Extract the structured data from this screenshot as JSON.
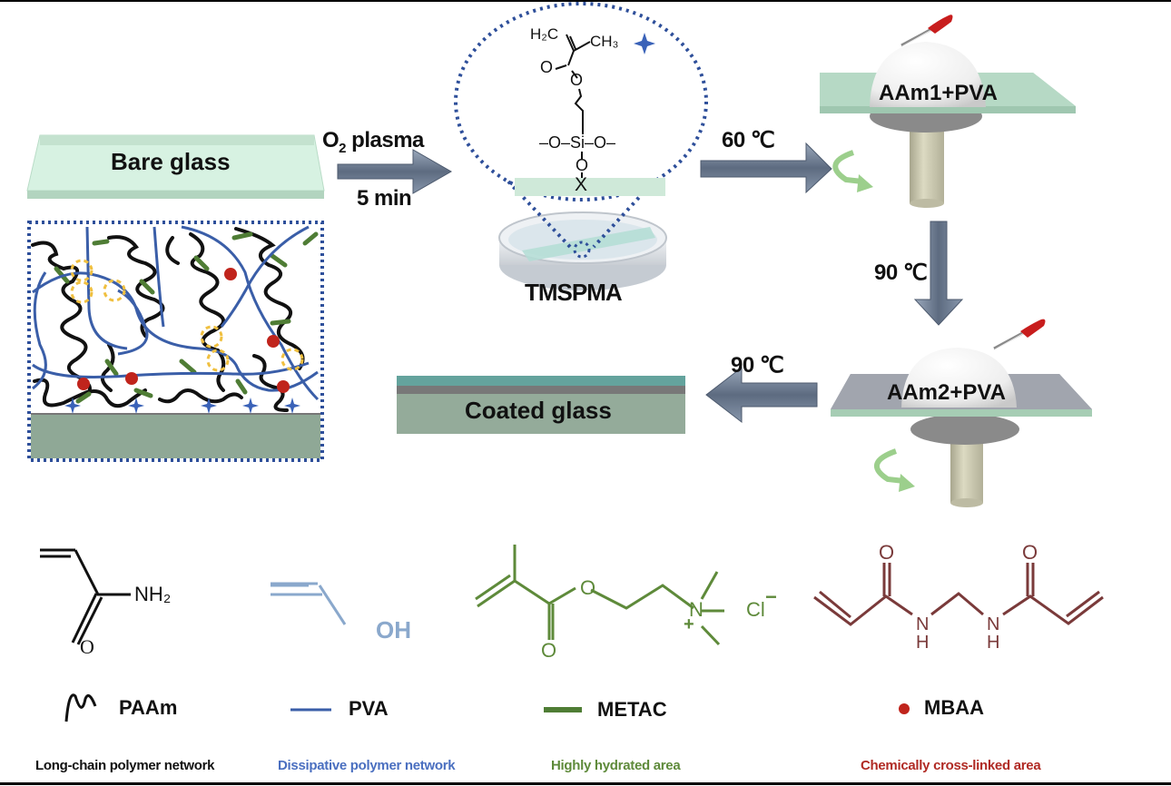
{
  "figure": {
    "type": "process-schematic",
    "steps": {
      "bare_glass": "Bare glass",
      "o2_plasma_top": "O",
      "o2_plasma_sub": "2",
      "o2_plasma_rest": " plasma",
      "o2_plasma_time": "5 min",
      "tmspma": "TMSPMA",
      "step_60c": "60 ℃",
      "aam1_pva": "AAm1+PVA",
      "step_90c_down": "90 ℃",
      "aam2_pva": "AAm2+PVA",
      "step_90c_left": "90 ℃",
      "coated_glass": "Coated glass"
    },
    "tmspma_structure": {
      "h2c": "H₂C",
      "ch3": "CH₃",
      "o_carbonyl": "O",
      "o_ester": "O",
      "si_row": "–O–Si–O–",
      "o_link": "O",
      "x": "X"
    },
    "legend": [
      {
        "symbol": "wavy-line",
        "name": "PAAm",
        "caption": "Long-chain polymer network",
        "color": "#111111",
        "structure_labels": [
          "NH₂",
          "O"
        ]
      },
      {
        "symbol": "blue-line",
        "name": "PVA",
        "caption": "Dissipative polymer network",
        "color": "#4a6fb5",
        "structure_labels": [
          "OH"
        ]
      },
      {
        "symbol": "green-bar",
        "name": "METAC",
        "caption": "Highly hydrated area",
        "color": "#5e8a3a",
        "structure_labels": [
          "O",
          "O",
          "N",
          "+",
          "Cl",
          "−"
        ]
      },
      {
        "symbol": "red-dot",
        "name": "MBAA",
        "caption": "Chemically cross-linked area",
        "color": "#b02a24",
        "structure_labels": [
          "O",
          "O",
          "N",
          "H",
          "N",
          "H"
        ]
      }
    ],
    "colors": {
      "glass": "#cfe9d9",
      "coated_base": "#94ab9a",
      "coated_mid": "#787878",
      "coated_top": "#64a39d",
      "arrow": "#6b7b92",
      "dotted": "#2e4f9a",
      "network_pva": "#3a5ea8",
      "network_paam": "#111111",
      "network_metac": "#4f7d35",
      "crosslink": "#c0241c",
      "h_bond": "#f0c040",
      "pva_struct": "#8aa8cc",
      "mbaa_struct": "#7a3a3a",
      "caption_pva": "#4a6fc0",
      "caption_metac": "#5e8a3a",
      "caption_mbaa": "#b02a24"
    }
  }
}
